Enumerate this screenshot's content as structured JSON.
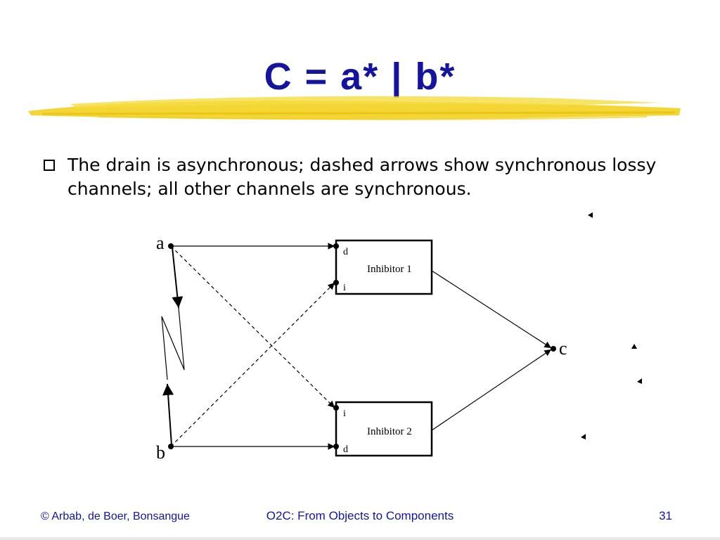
{
  "slide": {
    "title": "C = a* | b*",
    "bullet": "The drain is asynchronous; dashed arrows show synchronous lossy channels; all other channels are synchronous."
  },
  "diagram": {
    "node_a": "a",
    "node_b": "b",
    "node_c": "c",
    "inhibitor1": {
      "label": "Inhibitor 1",
      "port_top": "d",
      "port_bottom": "i"
    },
    "inhibitor2": {
      "label": "Inhibitor 2",
      "port_top": "i",
      "port_bottom": "d"
    }
  },
  "footer": {
    "left": "© Arbab, de Boer, Bonsangue",
    "center": "O2C: From Objects to Components",
    "page_number": "31"
  },
  "colors": {
    "title": "#1414a0",
    "highlight": "#f2d21e",
    "footer": "#1414a0"
  }
}
